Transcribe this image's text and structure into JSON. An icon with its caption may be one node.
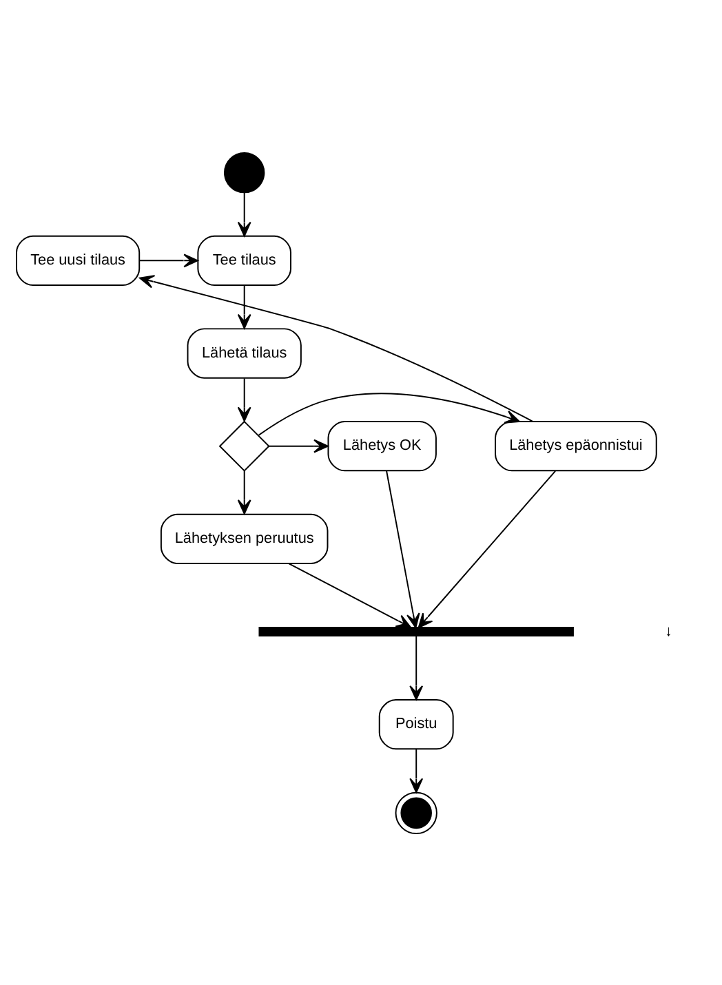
{
  "diagram": {
    "nodes": [
      {
        "text": [],
        "shape": "circle"
      },
      {
        "text": [
          "Tee uusi tilaus"
        ]
      },
      {
        "text": [
          "Tee tilaus"
        ]
      },
      {
        "text": [
          "Lähetä tilaus"
        ]
      },
      {
        "text": [
          "Lähetys epäonnistui"
        ]
      },
      {
        "text": [],
        "shape": "diamond"
      },
      {
        "text": [
          "Lähetys OK"
        ]
      },
      {
        "text": [
          "Lähetyksen peruutus"
        ]
      },
      {
        "text": [],
        "shape": "bar"
      },
      {
        "text": [
          "Poistu"
        ]
      },
      {
        "text": [],
        "shape": "circle"
      }
    ],
    "edges": [
      {
        "from": 0,
        "to": 2,
        "arrow": "to"
      },
      {
        "from": 1,
        "to": 2,
        "arrow": "to"
      },
      {
        "from": 2,
        "to": 3,
        "arrow": "to"
      },
      {
        "from": 3,
        "to": 5,
        "arrow": "to"
      },
      {
        "from": 5,
        "to": 4,
        "arrow": "to"
      },
      {
        "from": 5,
        "to": 6,
        "arrow": "to"
      },
      {
        "from": 5,
        "to": 7,
        "arrow": "to"
      },
      {
        "from": 4,
        "to": 1,
        "arrow": "to"
      },
      {
        "from": 4,
        "to": 8,
        "arrow": "to"
      },
      {
        "from": 7,
        "to": 8,
        "arrow": "to"
      },
      {
        "from": 6,
        "to": 8,
        "arrow": "to"
      },
      {
        "from": 8,
        "to": 9,
        "arrow": "to"
      },
      {
        "from": 9,
        "to": 10,
        "arrow": "to"
      }
    ],
    "labels": [
      "↓"
    ]
  }
}
